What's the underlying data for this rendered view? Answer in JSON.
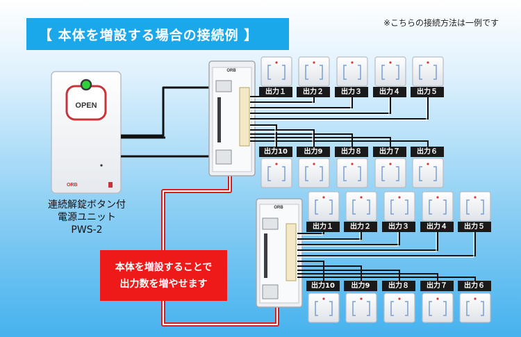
{
  "title": "【 本体を増設する場合の接続例 】",
  "note": "※こちらの接続方法は一例です",
  "unit": {
    "caption_lines": [
      "連続解錠ボタン付",
      "電源ユニット",
      "PWS-2"
    ],
    "button_label": "OPEN",
    "brand": "ORB"
  },
  "callout_lines": [
    "本体を増設することで",
    "出力数を増やせます"
  ],
  "controller_brand": "ORB",
  "top_group": {
    "upper_outputs": [
      "出力１",
      "出力２",
      "出力３",
      "出力４",
      "出力５"
    ],
    "lower_outputs": [
      "出力10",
      "出力9",
      "出力８",
      "出力７",
      "出力６"
    ]
  },
  "bottom_group": {
    "upper_outputs": [
      "出力１",
      "出力２",
      "出力３",
      "出力４",
      "出力５"
    ],
    "lower_outputs": [
      "出力10",
      "出力9",
      "出力８",
      "出力７",
      "出力６"
    ]
  },
  "colors": {
    "banner": "#1aa8eb",
    "callout": "#ee1a1a",
    "wire_black": "#111111",
    "wire_red": "#dd1d1d",
    "led_green": "#2fd13d",
    "open_ring": "#c8343a"
  }
}
